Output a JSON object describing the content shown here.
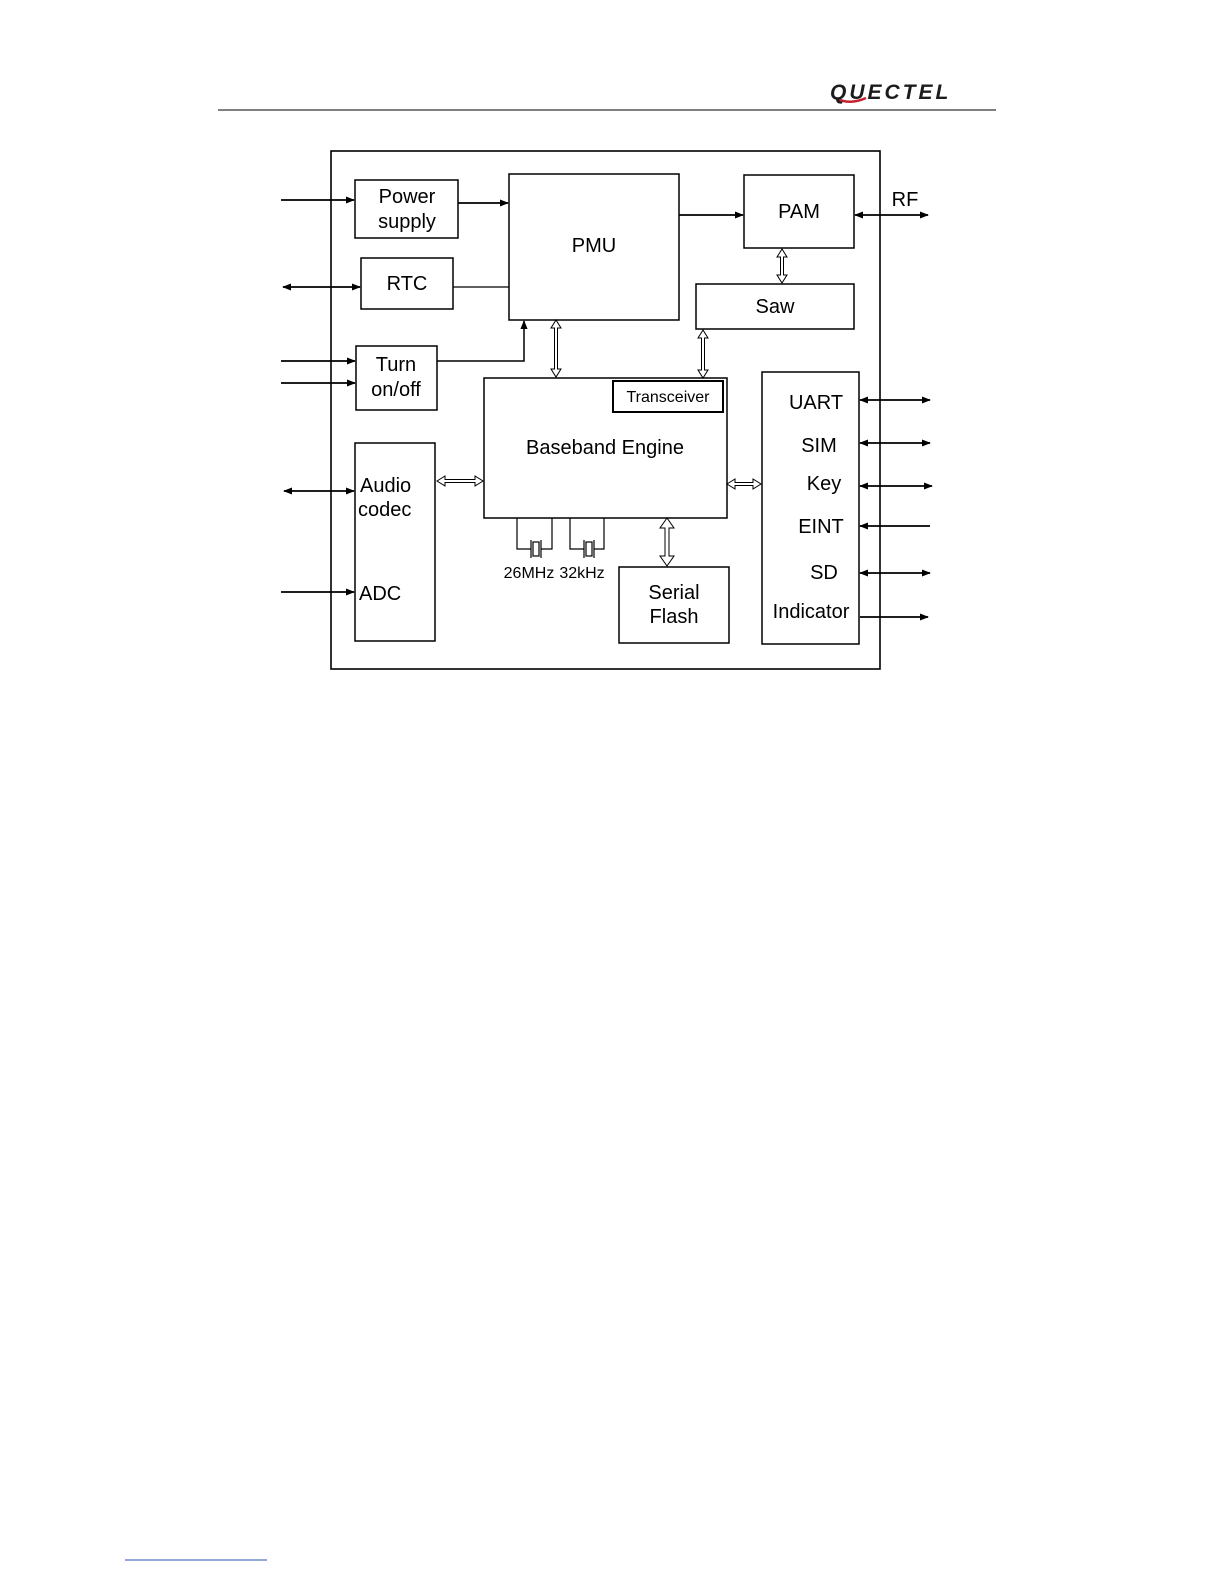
{
  "header": {
    "logo_text": "QUECTEL",
    "logo_colors": {
      "main": "#1c1c1c",
      "accent": "#c8202f",
      "gray": "#9a9a9a"
    }
  },
  "diagram": {
    "blocks": {
      "power_supply": [
        "Power",
        "supply"
      ],
      "pmu": "PMU",
      "pam": "PAM",
      "rf": "RF",
      "rtc": "RTC",
      "saw": "Saw",
      "turn_onoff": [
        "Turn",
        "on/off"
      ],
      "transceiver": "Transceiver",
      "baseband_engine": "Baseband Engine",
      "audio_codec": [
        "Audio",
        "codec"
      ],
      "adc": "ADC",
      "serial_flash": [
        "Serial",
        "Flash"
      ],
      "crystal_26": "26MHz",
      "crystal_32": "32kHz"
    },
    "interfaces": [
      "UART",
      "SIM",
      "Key",
      "EINT",
      "SD",
      "Indicator"
    ]
  }
}
